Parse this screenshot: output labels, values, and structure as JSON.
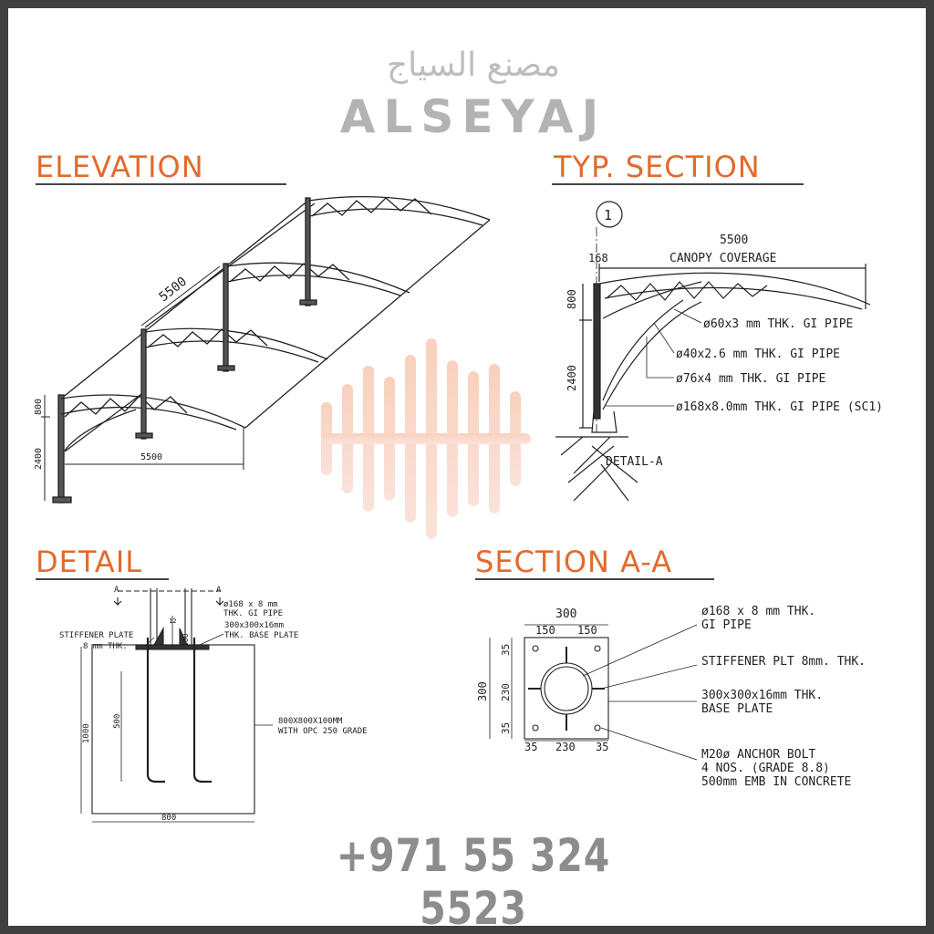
{
  "brand": {
    "arabic": "مصنع السياج",
    "name": "ALSEYAJ"
  },
  "phone": "+971 55 324 5523",
  "elevation": {
    "title": "ELEVATION",
    "dim_length": "5500",
    "dim_span": "5500",
    "dim_arch": "800",
    "dim_height": "2400"
  },
  "typ_section": {
    "title": "TYP. SECTION",
    "grid_ref": "1",
    "dim_coverage": "5500",
    "coverage_label": "CANOPY COVERAGE",
    "dim_168": "168",
    "dim_arch": "800",
    "dim_height": "2400",
    "label_1": "ø60x3 mm THK. GI PIPE",
    "label_2": "ø40x2.6 mm THK. GI PIPE",
    "label_3": "ø76x4 mm THK. GI PIPE",
    "label_4": "ø168x8.0mm THK. GI PIPE (SC1)",
    "detail_ref": "DETAIL-A"
  },
  "detail": {
    "title": "DETAIL",
    "cut_left": "A",
    "cut_right": "A",
    "pipe_label_1": "ø168 x 8 mm",
    "pipe_label_2": "THK. GI PIPE",
    "stiffener_1": "STIFFENER PLATE",
    "stiffener_2": "8 mm THK.",
    "base_plate_1": "300x300x16mm",
    "base_plate_2": "THK. BASE PLATE",
    "dim_12": "12",
    "dim_100": "100",
    "dim_500": "500",
    "dim_1000": "1000",
    "dim_800": "800",
    "concrete_1": "800X800X100MM",
    "concrete_2": "WITH OPC 250 GRADE"
  },
  "section_aa": {
    "title": "SECTION A-A",
    "dim_300_top": "300",
    "dim_150_left": "150",
    "dim_150_right": "150",
    "dim_300_left": "300",
    "dim_35_top": "35",
    "dim_230_left": "230",
    "dim_35_bottom": "35",
    "dim_35_bl": "35",
    "dim_230_bottom": "230",
    "dim_35_br": "35",
    "pipe_1": "ø168 x 8 mm THK.",
    "pipe_2": "GI PIPE",
    "stiffener": "STIFFENER PLT 8mm. THK.",
    "base_1": "300x300x16mm THK.",
    "base_2": "BASE PLATE",
    "anchor_1": "M20ø ANCHOR BOLT",
    "anchor_2": "4 NOS. (GRADE 8.8)",
    "anchor_3": "500mm EMB IN CONCRETE"
  }
}
